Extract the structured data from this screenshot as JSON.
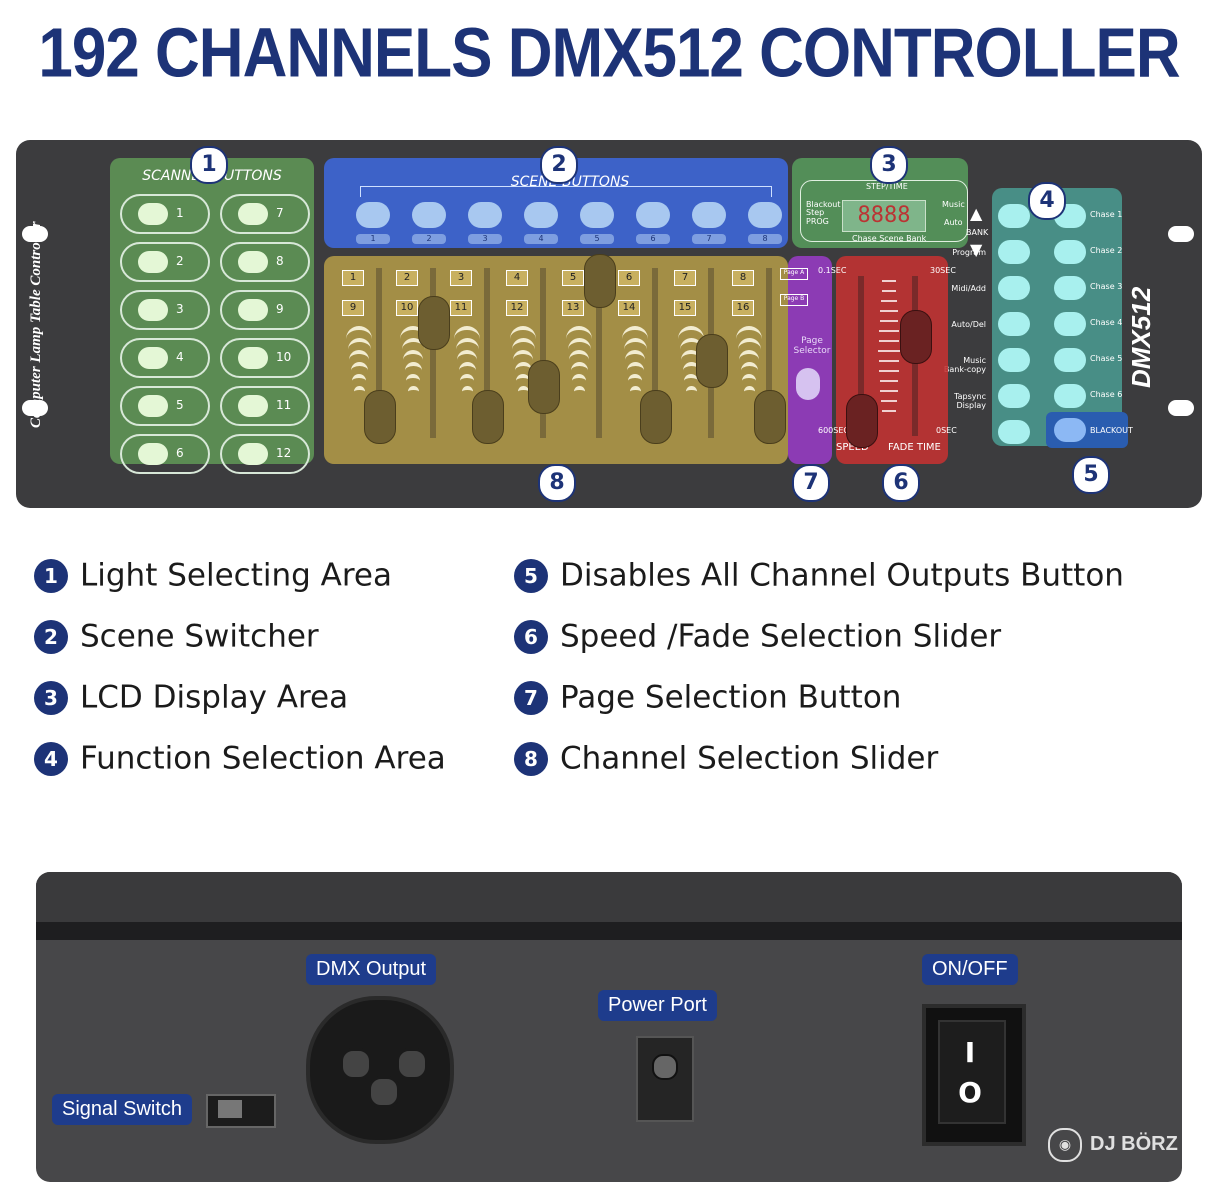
{
  "title": "192 CHANNELS DMX512 CONTROLLER",
  "panel": {
    "side_text": "Computer Lamp Table Controller",
    "brand": "DMX512",
    "scanner_label": "SCANNER BUTTONS",
    "scene_label": "SCENE BUTTONS",
    "scanner_numbers": [
      "1",
      "2",
      "3",
      "4",
      "5",
      "6",
      "7",
      "8",
      "9",
      "10",
      "11",
      "12"
    ],
    "scene_numbers": [
      "1",
      "2",
      "3",
      "4",
      "5",
      "6",
      "7",
      "8"
    ],
    "channel_top": [
      "1",
      "2",
      "3",
      "4",
      "5",
      "6",
      "7",
      "8"
    ],
    "channel_bottom": [
      "9",
      "10",
      "11",
      "12",
      "13",
      "14",
      "15",
      "16"
    ],
    "lcd": {
      "top": "STEP/TIME",
      "left1": "Blackout",
      "left2": "Step",
      "left3": "PROG",
      "right1": "Music",
      "right2": "Auto",
      "digits": "8888",
      "bottom": "Chase  Scene  Bank",
      "bank": "BANK"
    },
    "page": {
      "a": "Page A",
      "b": "Page B",
      "label": "Page Selector"
    },
    "speed": {
      "top_left": "0.1SEC",
      "top_right": "30SEC",
      "bottom_left": "600SEC",
      "bottom_right": "0SEC",
      "speed_label": "SPEED",
      "fade_label": "FADE TIME"
    },
    "functions": [
      "Program",
      "Midi/Add",
      "Auto/Del",
      "Music Bank-copy",
      "Tapsync Display"
    ],
    "chases": [
      "Chase 1",
      "Chase 2",
      "Chase 3",
      "Chase 4",
      "Chase 5",
      "Chase 6"
    ],
    "blackout": "BLACKOUT",
    "zone_numbers": [
      "1",
      "2",
      "3",
      "4",
      "5",
      "6",
      "7",
      "8"
    ]
  },
  "legend": [
    {
      "num": "1",
      "text": "Light Selecting Area"
    },
    {
      "num": "2",
      "text": "Scene Switcher"
    },
    {
      "num": "3",
      "text": "LCD Display Area"
    },
    {
      "num": "4",
      "text": "Function Selection Area"
    },
    {
      "num": "5",
      "text": "Disables All Channel Outputs Button"
    },
    {
      "num": "6",
      "text": "Speed /Fade Selection Slider"
    },
    {
      "num": "7",
      "text": "Page Selection Button"
    },
    {
      "num": "8",
      "text": "Channel Selection Slider"
    }
  ],
  "rear": {
    "dmx": "DMX Output",
    "power": "Power Port",
    "onoff": "ON/OFF",
    "signal": "Signal Switch",
    "on_symbol": "I",
    "off_symbol": "O"
  },
  "watermark": "DJ BÖRZ"
}
